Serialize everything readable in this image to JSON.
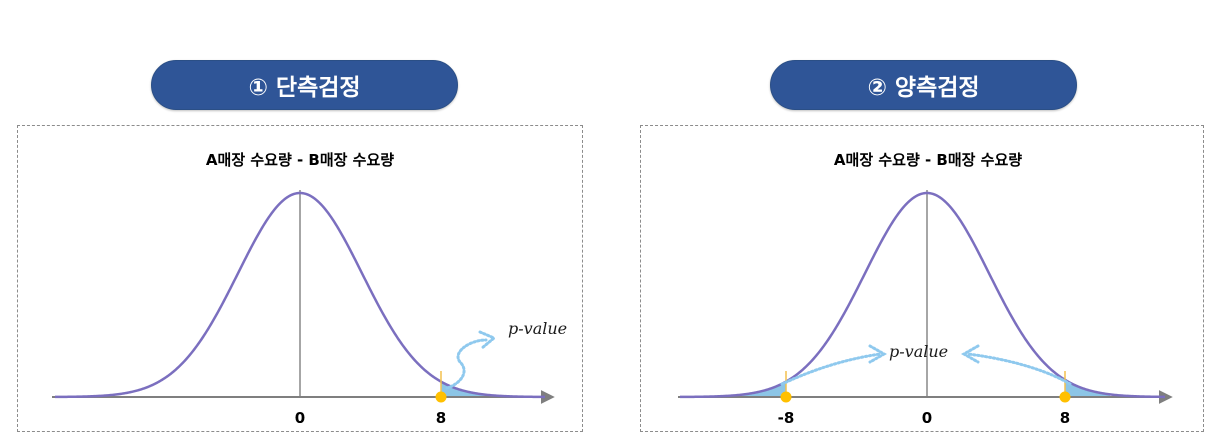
{
  "panels": [
    {
      "header": "① 단측검정",
      "label": "A매장 수요량 - B매장 수요량",
      "ticks": [
        "0",
        "8"
      ],
      "annotation": "p-value"
    },
    {
      "header": "② 양측검정",
      "label": "A매장 수요량 - B매장 수요량",
      "ticks": [
        "-8",
        "0",
        "8"
      ],
      "annotation": "p-value"
    }
  ],
  "colors": {
    "header_bg": "#2f5597",
    "curve": "#7b6fbf",
    "axis": "#7f7f7f",
    "tail_fill": "#6fb7e0",
    "marker": "#ffc000",
    "arrow": "#8fc9ee"
  }
}
